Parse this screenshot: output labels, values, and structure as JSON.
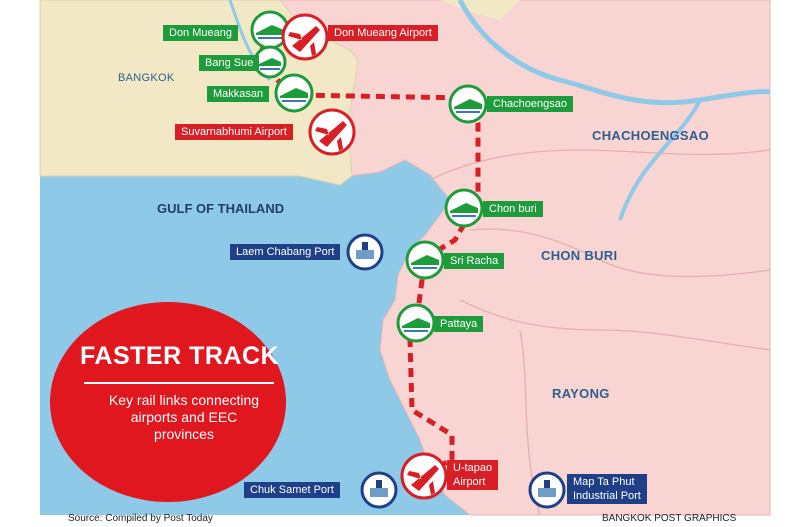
{
  "regions": {
    "bangkok": "BANGKOK",
    "chachoengsao": "CHACHOENGSAO",
    "chon_buri": "CHON BURI",
    "rayong": "RAYONG",
    "gulf": "GULF OF THAILAND"
  },
  "stations": {
    "don_mueang": "Don Mueang",
    "bang_sue": "Bang Sue",
    "makkasan": "Makkasan",
    "chachoengsao": "Chachoengsao",
    "chon_buri": "Chon buri",
    "sri_racha": "Sri Racha",
    "pattaya": "Pattaya"
  },
  "airports": {
    "don_mueang": "Don Mueang Airport",
    "suvarnabhumi": "Suvarnabhumi Airport",
    "u_tapao_line1": "U-tapao",
    "u_tapao_line2": "Airport"
  },
  "ports": {
    "laem_chabang": "Laem Chabang Port",
    "chuk_samet": "Chuk Samet Port",
    "map_ta_phut_line1": "Map Ta Phut",
    "map_ta_phut_line2": "Industrial Port"
  },
  "headline": {
    "title": "FASTER TRACK",
    "subtitle_lines": [
      "Key rail links connecting",
      "airports and EEC",
      "provinces"
    ]
  },
  "footer": {
    "source": "Source: Compiled by Post Today",
    "credit": "BANGKOK POST GRAPHICS"
  },
  "colors": {
    "sea": "#8ec9e8",
    "land_bangkok": "#f3e8c6",
    "land_east": "#f8d5d2",
    "rail_line": "#d81f26",
    "station_green": "#1e9b3a",
    "airport_red": "#d81f26",
    "port_navy": "#1f3f86",
    "badge_red": "#e0171f"
  },
  "icons": {
    "station": "train-icon",
    "airport": "airplane-icon",
    "port": "port-icon"
  }
}
